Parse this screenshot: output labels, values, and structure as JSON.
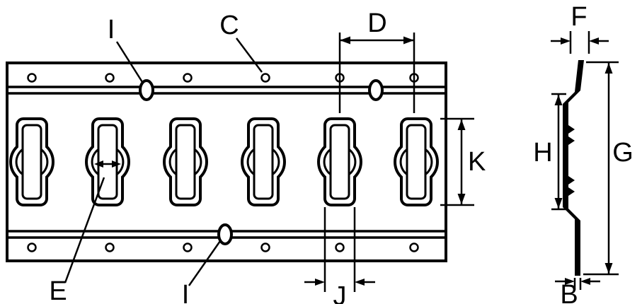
{
  "labels": {
    "B": "B",
    "C": "C",
    "D": "D",
    "E": "E",
    "F": "F",
    "G": "G",
    "H": "H",
    "I": "I",
    "J": "J",
    "K": "K"
  },
  "colors": {
    "line": "#000000",
    "background": "#ffffff"
  }
}
